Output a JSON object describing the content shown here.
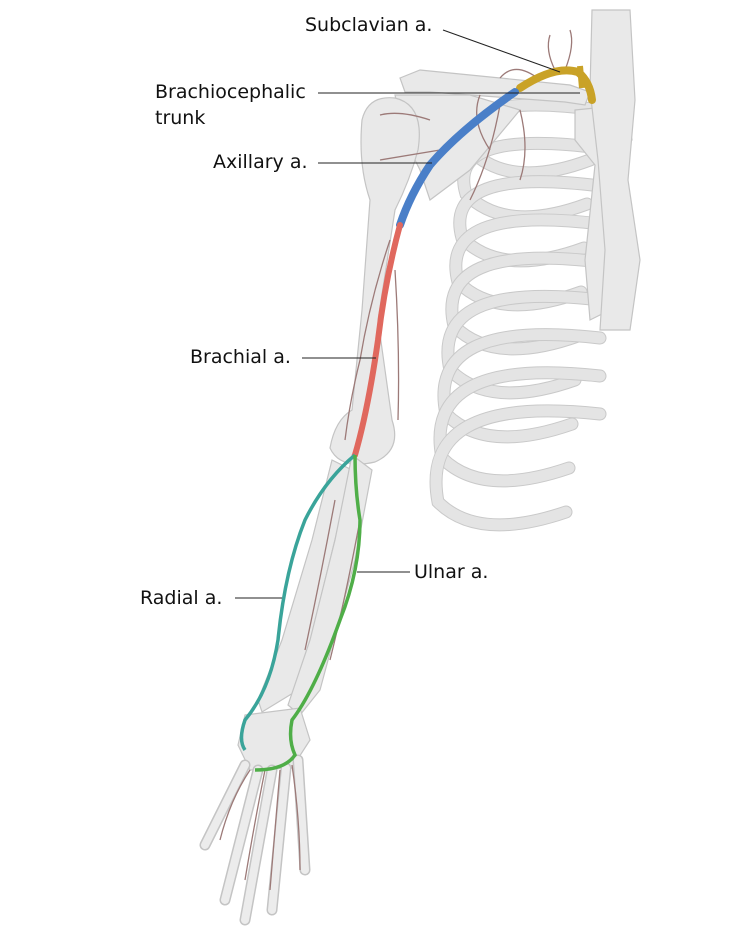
{
  "labels": {
    "subclavian": "Subclavian a.",
    "brachiocephalic_line1": "Brachiocephalic",
    "brachiocephalic_line2": "trunk",
    "axillary": "Axillary a.",
    "brachial": "Brachial a.",
    "ulnar": "Ulnar a.",
    "radial": "Radial a."
  },
  "colors": {
    "subclavian": "#c9a227",
    "axillary": "#4a7fc8",
    "brachial": "#e0685e",
    "radial": "#3aa49a",
    "ulnar": "#4fae48",
    "branches": "#9c7a78",
    "bone": "#e9e9e9"
  }
}
